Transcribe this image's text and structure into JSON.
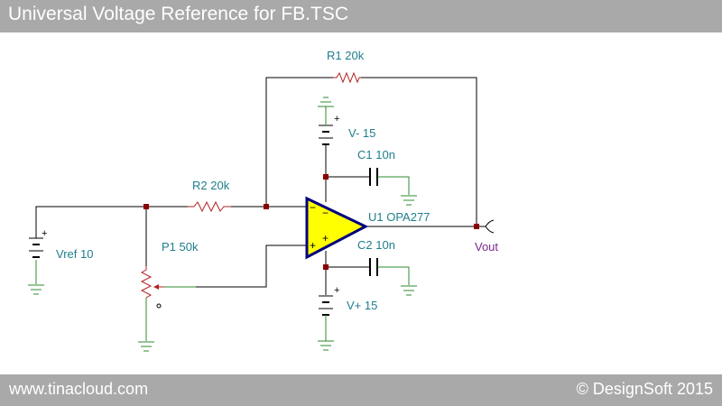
{
  "header": {
    "title": "Universal Voltage Reference for FB.TSC"
  },
  "footer": {
    "website": "www.tinacloud.com",
    "copyright": "© DesignSoft 2015"
  },
  "components": {
    "r1": "R1 20k",
    "r2": "R2 20k",
    "p1": "P1 50k",
    "c1": "C1 10n",
    "c2": "C2 10n",
    "u1": "U1 OPA277",
    "vneg": "V- 15",
    "vpos": "V+ 15",
    "vref": "Vref 10",
    "vout": "Vout"
  },
  "symbols": {
    "plus": "+",
    "minus": "−"
  },
  "colors": {
    "wire": "#000000",
    "ground_wire": "#2e8b2e",
    "label": "#1e7e8c",
    "opamp_fill": "#ffff00",
    "opamp_border": "#000080",
    "vout_label": "#7a2a8c"
  }
}
